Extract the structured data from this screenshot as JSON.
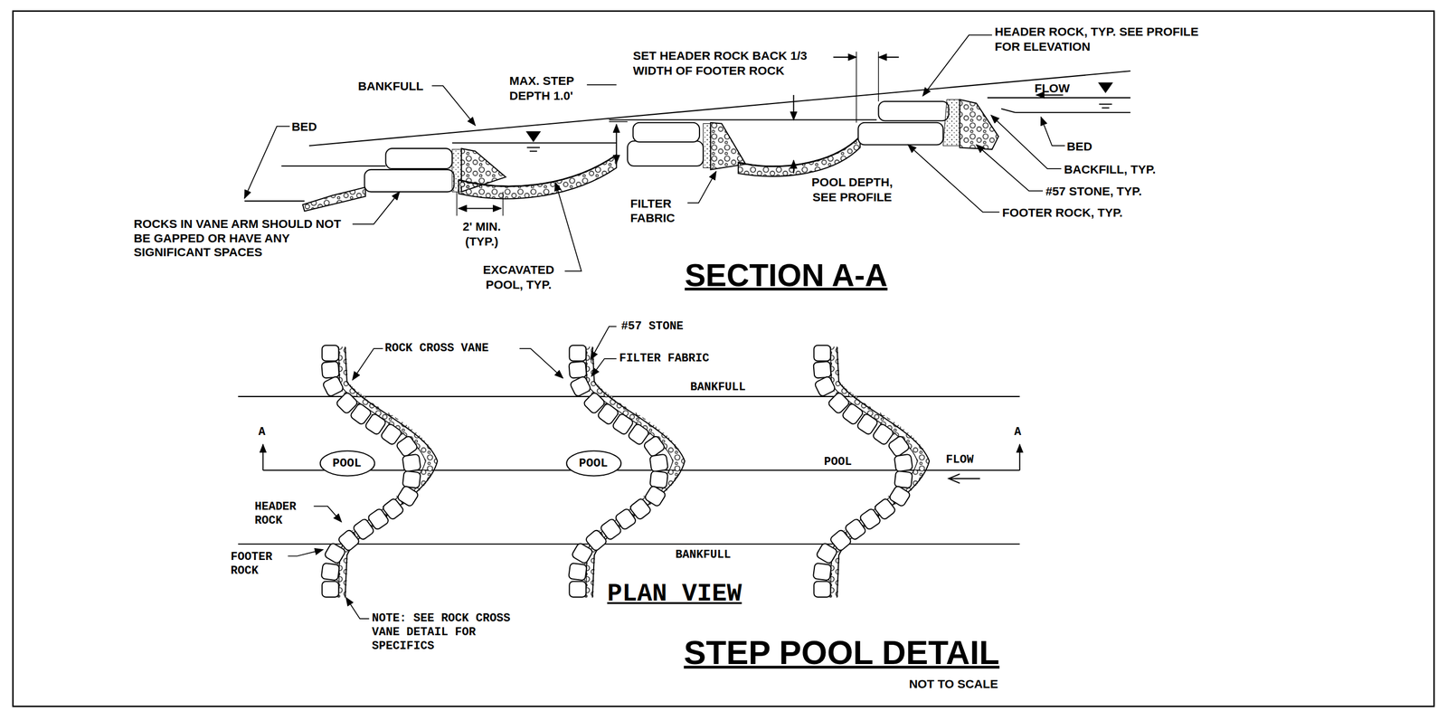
{
  "diagram": {
    "title": "STEP POOL DETAIL",
    "nodes": [
      {
        "text": [
          "POOL"
        ]
      },
      {
        "text": [
          "POOL"
        ]
      }
    ],
    "edges": [],
    "labels": [
      "HEADER ROCK, TYP. SEE PROFILE FOR ELEVATION",
      "SET HEADER ROCK BACK 1/3 WIDTH OF FOOTER ROCK",
      "MAX. STEP DEPTH 1.0'",
      "BANKFULL",
      "BED",
      "FLOW",
      "BED",
      "BACKFILL, TYP.",
      "#57 STONE, TYP.",
      "FOOTER ROCK, TYP.",
      "POOL DEPTH, SEE PROFILE",
      "FILTER FABRIC",
      "ROCKS IN VANE ARM SHOULD NOT BE GAPPED OR HAVE ANY SIGNIFICANT SPACES",
      "2' MIN. (TYP.)",
      "EXCAVATED POOL, TYP.",
      "SECTION A-A",
      "ROCK CROSS VANE",
      "#57 STONE",
      "FILTER FABRIC",
      "BANKFULL",
      "A",
      "A",
      "POOL",
      "FLOW",
      "HEADER ROCK",
      "FOOTER ROCK",
      "BANKFULL",
      "PLAN VIEW",
      "NOTE: SEE ROCK CROSS VANE DETAIL FOR SPECIFICS",
      "NOT TO SCALE"
    ]
  }
}
